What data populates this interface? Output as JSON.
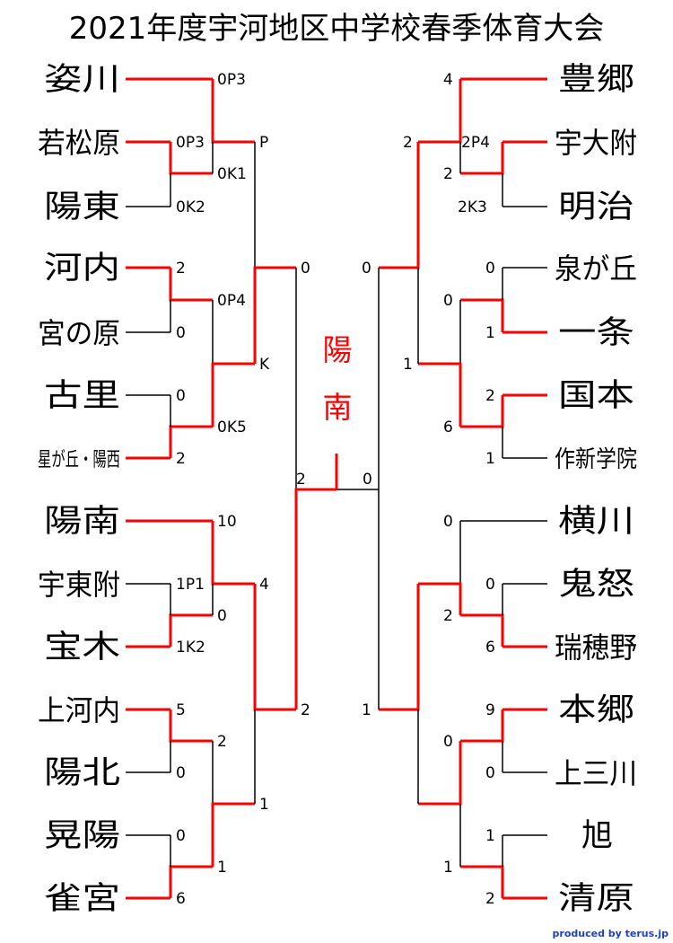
{
  "title": "2021年度宇河地区中学校春季体育大会",
  "champion": "陽南",
  "credit": "produced by terus.jp",
  "colors": {
    "win": "#ff0000",
    "line": "#000000",
    "text": "#000000",
    "credit": "#1a3fd1"
  },
  "teams_left": [
    "姿川",
    "若松原",
    "陽東",
    "河内",
    "宮の原",
    "古里",
    "星が丘・陽西",
    "陽南",
    "宇東附",
    "宝木",
    "上河内",
    "陽北",
    "晃陽",
    "雀宮"
  ],
  "teams_right": [
    "豊郷",
    "宇大附",
    "明治",
    "泉が丘",
    "一条",
    "国本",
    "作新学院",
    "横川",
    "鬼怒",
    "瑞穂野",
    "本郷",
    "上三川",
    "旭",
    "清原"
  ],
  "scores": {
    "l1": [
      "0P3",
      "0P3",
      "0K1",
      "0K2",
      "2",
      "0",
      "0",
      "2",
      "10",
      "1P1",
      "1K2",
      "5",
      "0",
      "0",
      "6"
    ],
    "l2": [
      "P",
      "0P4",
      "0K5",
      "4",
      "0",
      "2",
      "1",
      "1"
    ],
    "l3": [
      "K",
      "0",
      "2"
    ],
    "final": [
      "2",
      "0"
    ],
    "r1": [
      "4",
      "2P4",
      "2",
      "2K3",
      "0",
      "1",
      "2",
      "1",
      "0",
      "0",
      "6",
      "9",
      "0",
      "1",
      "2"
    ],
    "r2": [
      "2",
      "0",
      "6",
      "2",
      "0",
      "1"
    ],
    "r3": [
      "1",
      "0",
      "1"
    ]
  }
}
